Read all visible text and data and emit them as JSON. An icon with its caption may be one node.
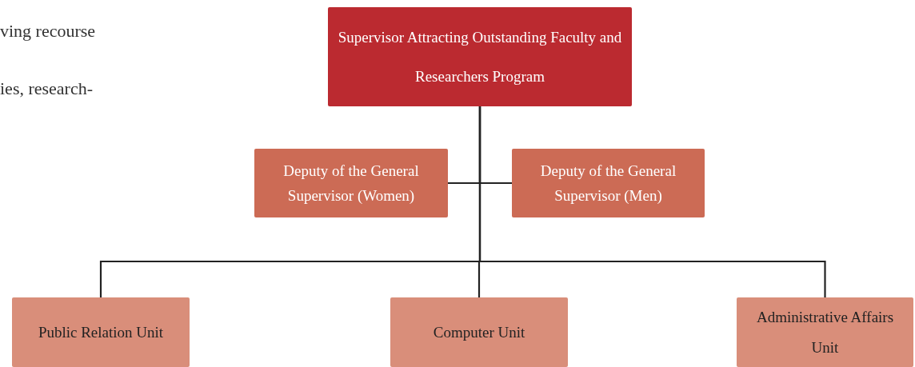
{
  "diagram": {
    "nodes": [
      {
        "text": [
          "Supervisor Attracting Outstanding Faculty and Researchers Program"
        ]
      },
      {
        "text": [
          "Deputy of the General Supervisor (Women)"
        ]
      },
      {
        "text": [
          "Deputy of the General Supervisor (Men)"
        ]
      },
      {
        "text": [
          "Public Relation Unit"
        ]
      },
      {
        "text": [
          "Computer Unit"
        ]
      },
      {
        "text": [
          "Administrative Affairs Unit"
        ]
      }
    ],
    "edges": [
      {
        "from": 0,
        "to": 1,
        "arrow": "none"
      },
      {
        "from": 0,
        "to": 2,
        "arrow": "none"
      },
      {
        "from": 0,
        "to": 3,
        "arrow": "none"
      },
      {
        "from": 0,
        "to": 4,
        "arrow": "none"
      },
      {
        "from": 0,
        "to": 5,
        "arrow": "none"
      }
    ],
    "labels": [
      "ving recourse",
      "ies, research-"
    ]
  }
}
